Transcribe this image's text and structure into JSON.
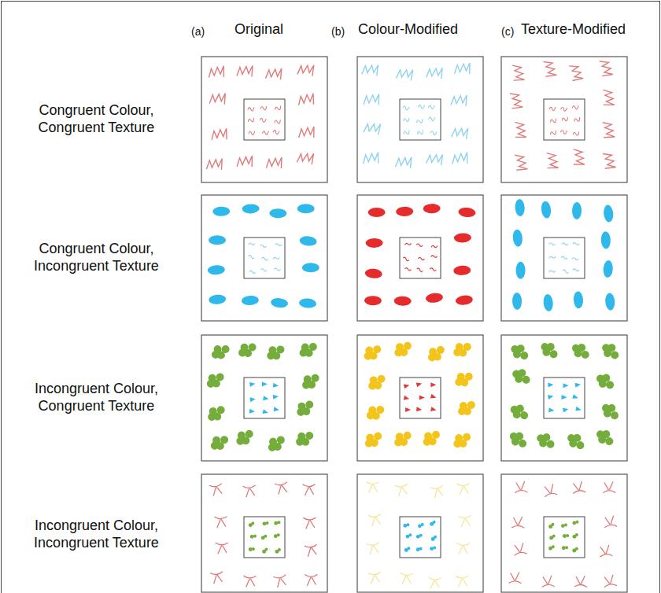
{
  "diagram": {
    "labels": [
      "(a)",
      "Original",
      "(b)",
      "Colour-Modified",
      "(c)",
      "Texture-Modified",
      "Congruent Colour, Congruent Texture",
      "Congruent Colour, Incongruent Texture",
      "Incongruent Colour, Congruent Texture",
      "Incongruent Colour, Incongruent Texture"
    ]
  }
}
